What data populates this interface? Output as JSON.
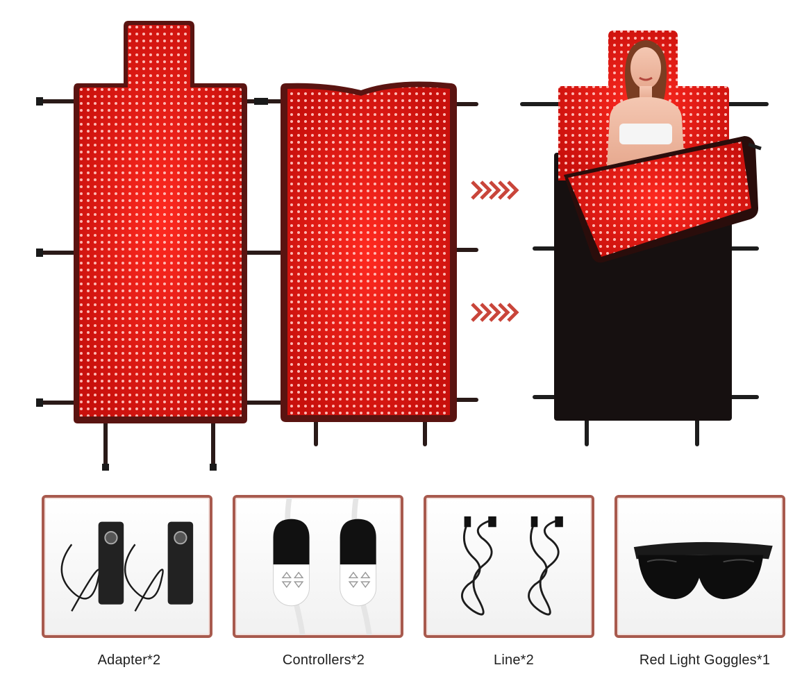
{
  "accessories": [
    {
      "label": "Adapter*2",
      "icon": "power-adapter-icon"
    },
    {
      "label": "Controllers*2",
      "icon": "remote-controller-icon"
    },
    {
      "label": "Line*2",
      "icon": "power-cord-icon"
    },
    {
      "label": "Red Light Goggles*1",
      "icon": "goggles-icon"
    }
  ],
  "colors": {
    "panel_red": "#e0201c",
    "panel_dark": "#6a1410",
    "arrow": "#c9453a",
    "card_border": "#a85a4e",
    "inactive_panel": "#1a1212"
  }
}
